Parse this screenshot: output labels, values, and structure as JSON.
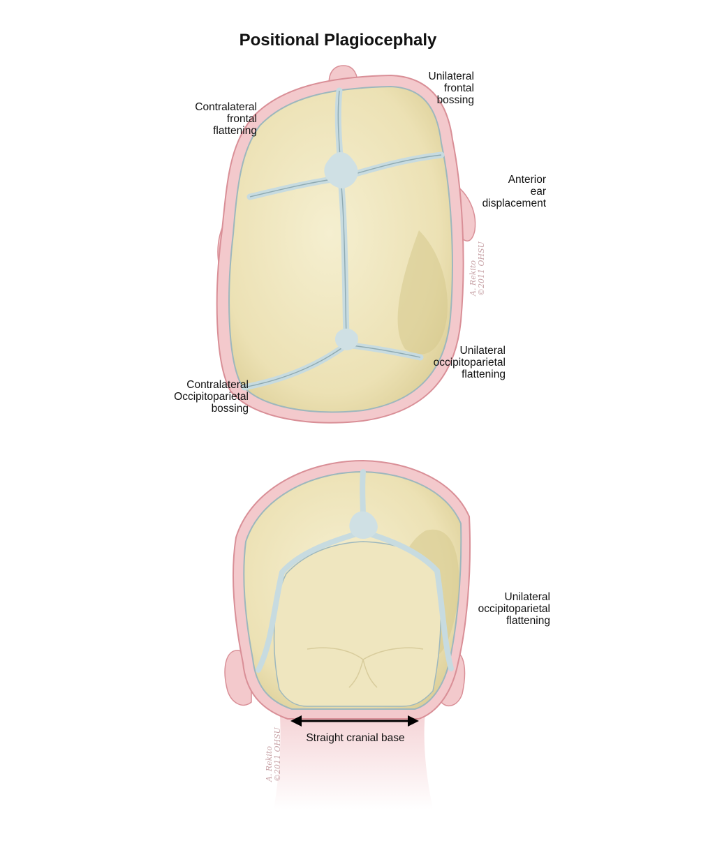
{
  "title": "Positional Plagiocephaly",
  "top_view": {
    "labels": {
      "unilateral_frontal_bossing": "Unilateral\nfrontal\nbossing",
      "contralateral_frontal_flattening": "Contralateral\nfrontal\nflattening",
      "anterior_ear_displacement": "Anterior\near\ndisplacement",
      "unilateral_occipitoparietal_flattening": "Unilateral\noccipitoparietal\nflattening",
      "contralateral_occipitoparietal_bossing": "Contralateral\nOccipitoparietal\nbossing"
    },
    "signature": "A. Rekito\n©2011 OHSU"
  },
  "back_view": {
    "labels": {
      "unilateral_occipitoparietal_flattening": "Unilateral\noccipitoparietal\nflattening",
      "straight_cranial_base": "Straight cranial base"
    },
    "signature": "A. Rekito\n©2011 OHSU"
  },
  "colors": {
    "scalp": "#f3c9cc",
    "scalp_edge": "#d98f97",
    "bone": "#efe6bf",
    "bone_shade": "#d6c88d",
    "suture": "#cfe0e4",
    "neck": "#f7dede"
  }
}
